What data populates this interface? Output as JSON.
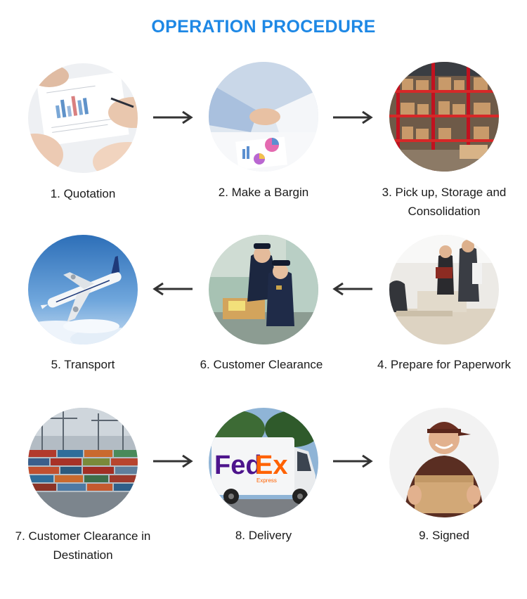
{
  "title": "OPERATION PROCEDURE",
  "colors": {
    "title": "#1e88e5",
    "arrow": "#333333",
    "label": "#1a1a1a"
  },
  "steps": [
    {
      "number": "1",
      "label": "1. Quotation",
      "icon": "quotation-photo"
    },
    {
      "number": "2",
      "label": "2. Make a Bargin",
      "icon": "handshake-photo"
    },
    {
      "number": "3",
      "label": "3. Pick up, Storage and Consolidation",
      "icon": "warehouse-photo"
    },
    {
      "number": "4",
      "label": "4. Prepare for Paperwork",
      "icon": "office-paperwork-photo"
    },
    {
      "number": "5",
      "label": "5. Transport",
      "icon": "airplane-photo"
    },
    {
      "number": "6",
      "label": "6. Customer Clearance",
      "icon": "customs-officers-photo"
    },
    {
      "number": "7",
      "label": "7. Customer Clearance in Destination",
      "icon": "container-port-photo"
    },
    {
      "number": "8",
      "label": "8. Delivery",
      "icon": "delivery-van-photo"
    },
    {
      "number": "9",
      "label": "9. Signed",
      "icon": "courier-box-photo"
    }
  ],
  "fedex": {
    "fed": "Fed",
    "ex": "Ex",
    "sub": "Express"
  }
}
